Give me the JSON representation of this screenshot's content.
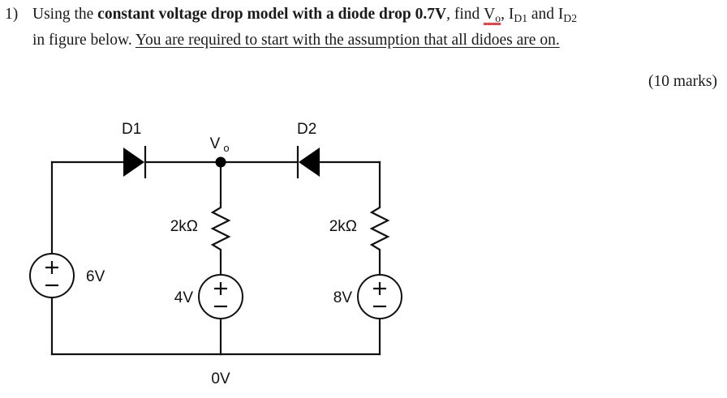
{
  "question": {
    "number": "1)",
    "line1": {
      "pre": "Using the ",
      "bold": "constant voltage drop model with a diode drop 0.7V",
      "mid": ", find ",
      "v_symbol": "V",
      "v_sub": "o",
      "after_v": ", I",
      "i1_sub": "D1",
      "and": " and I",
      "i2_sub": "D2"
    },
    "line2": {
      "plain": "in figure below. ",
      "underlined": "You are required to start with the assumption that all didoes are on."
    },
    "marks": "(10 marks)"
  },
  "circuit": {
    "title": "diode circuit schematic",
    "diode1_label": "D1",
    "diode2_label": "D2",
    "node_label_v": "V",
    "node_label_v_sub": "o",
    "resistor_left_label": "2kΩ",
    "resistor_right_label": "2kΩ",
    "source_left_label": "6V",
    "source_mid_label": "4V",
    "source_right_label": "8V",
    "ground_label": "0V",
    "source_plus": "+",
    "source_minus": "−",
    "colors": {
      "wire": "#111111",
      "background": "#ffffff",
      "text": "#1a1a1a",
      "spellcheck": "#d01414"
    }
  }
}
